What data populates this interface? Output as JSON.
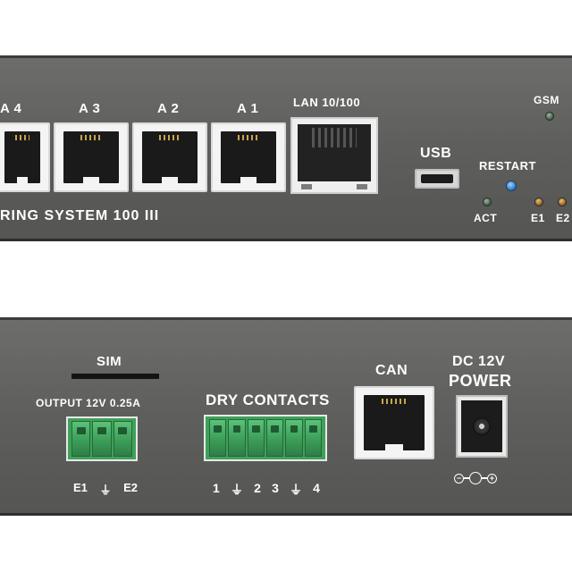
{
  "top_panel": {
    "port_labels": [
      "A 4",
      "A 3",
      "A 2",
      "A 1"
    ],
    "lan_label": "LAN 10/100",
    "usb_label": "USB",
    "restart_label": "RESTART",
    "gsm_label": "GSM",
    "act_label": "ACT",
    "e1_label": "E1",
    "e2_label": "E2",
    "model_text": "RING SYSTEM 100 III"
  },
  "bottom_panel": {
    "sim_label": "SIM",
    "output_label": "OUTPUT 12V 0.25A",
    "output_pins": [
      "E1",
      "⏚",
      "E2"
    ],
    "dry_contacts_label": "DRY  CONTACTS",
    "dry_pins": [
      "1",
      "⏚",
      "2",
      "3",
      "⏚",
      "4"
    ],
    "can_label": "CAN",
    "power_label_line1": "DC 12V",
    "power_label_line2": "POWER",
    "polarity_minus": "−",
    "polarity_plus": "+"
  },
  "colors": {
    "panel": "#5e5e5c",
    "terminal_green": "#3fa15a",
    "led_green": "#3d5a42",
    "restart_blue": "#2478c9"
  }
}
